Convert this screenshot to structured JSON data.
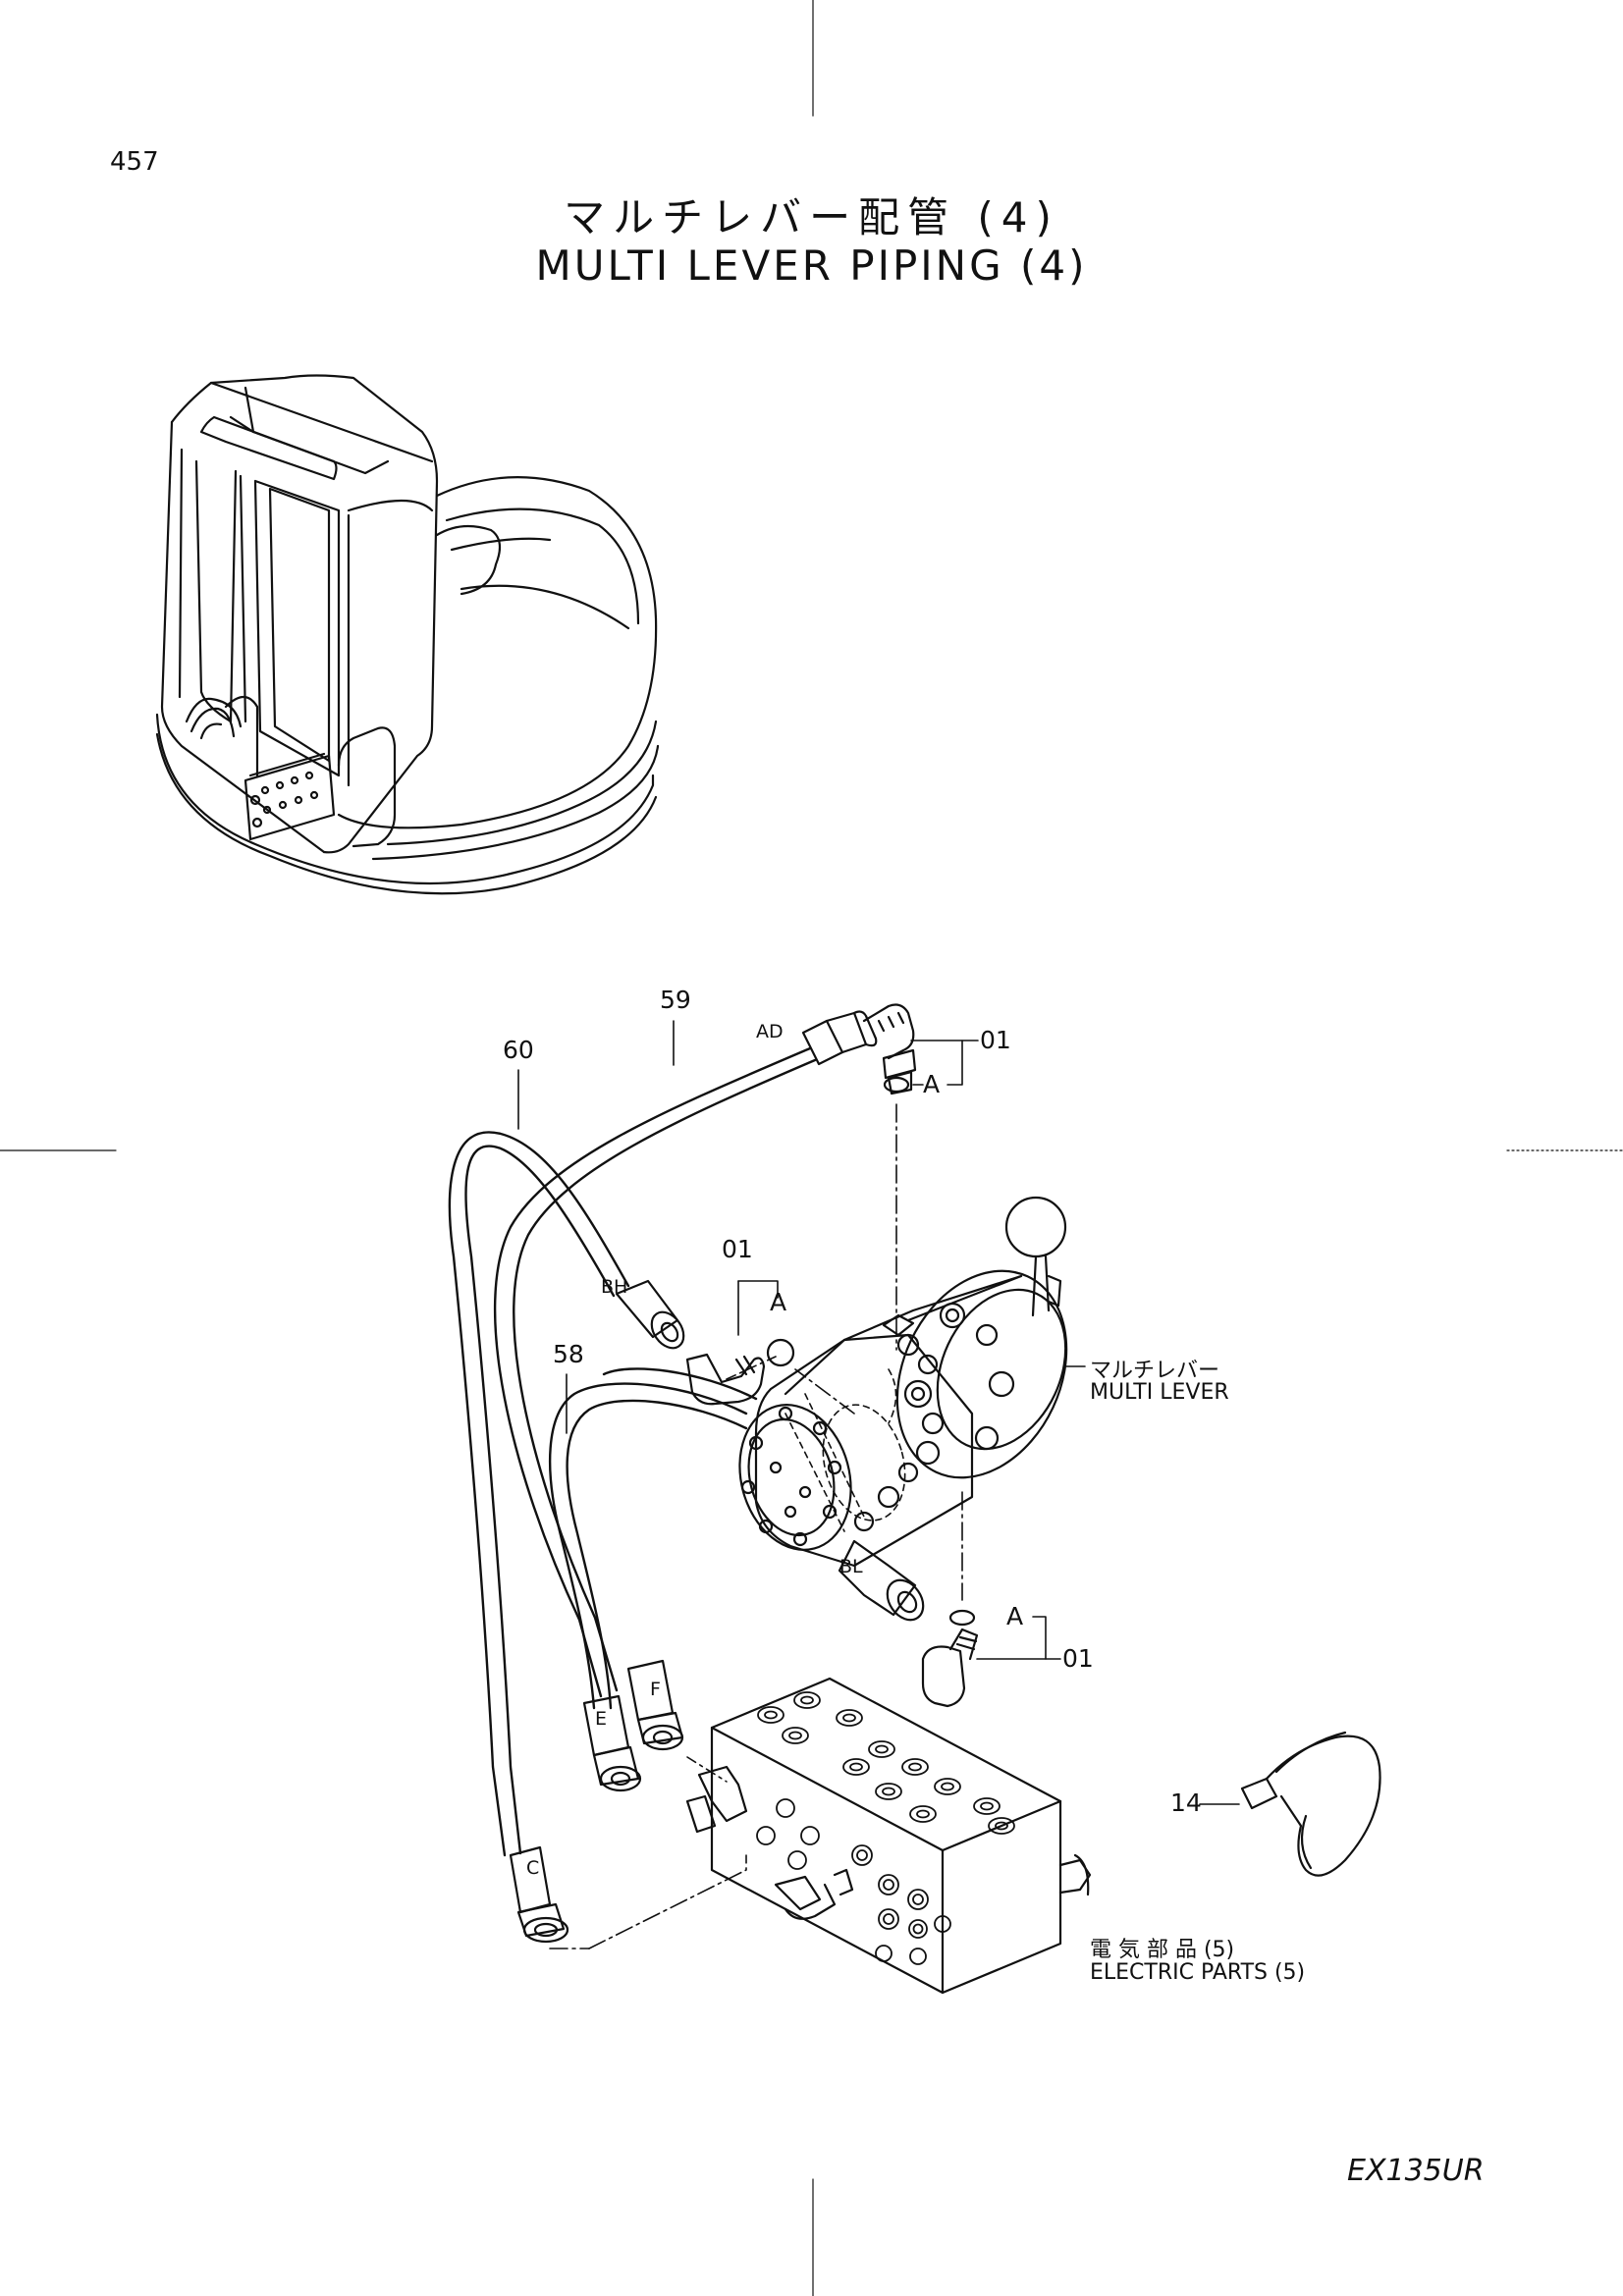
{
  "page_number": "457",
  "title_jp": "マルチレバー配管 (4)",
  "title_en": "MULTI  LEVER  PIPING  (4)",
  "model": "EX135UR",
  "callouts": {
    "p59": "59",
    "p60": "60",
    "p58": "58",
    "p01_top": "01",
    "p01_mid": "01",
    "p01_bottom": "01",
    "p14": "14"
  },
  "port_labels": {
    "ad": "AD",
    "bh": "BH",
    "bl": "BL",
    "c": "C",
    "e": "E",
    "f": "F",
    "a_top": "A",
    "a_mid": "A",
    "a_bottom": "A"
  },
  "component_labels": {
    "multi_lever_jp": "マルチレバー",
    "multi_lever_en": "MULTI  LEVER",
    "electric_parts_jp": "電 気 部 品   (5)",
    "electric_parts_en": "ELECTRIC PARTS (5)"
  }
}
